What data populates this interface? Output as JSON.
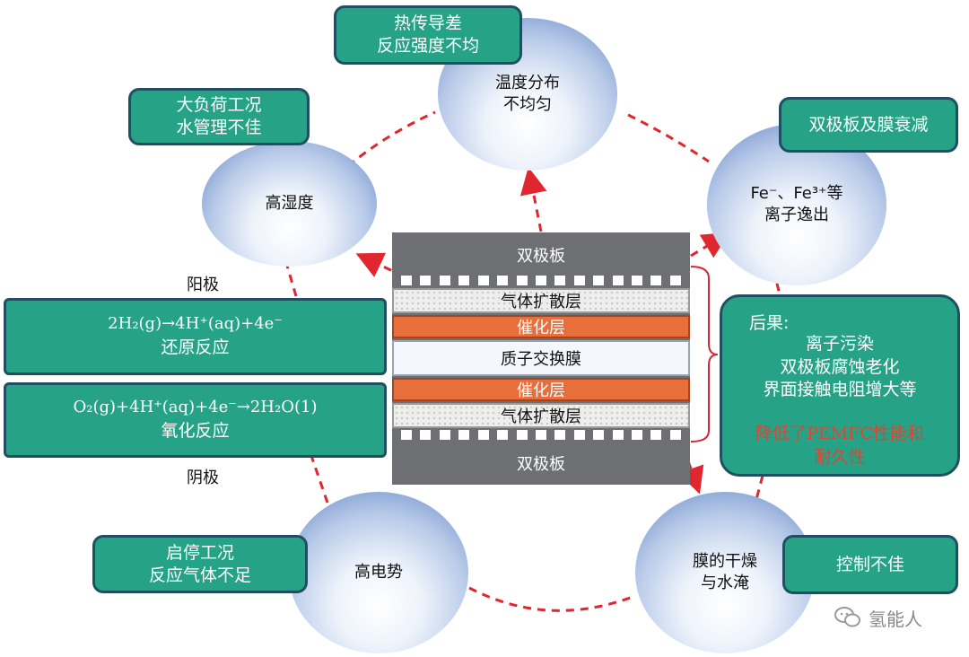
{
  "nodes": {
    "temperature": {
      "lines": [
        "温度分布",
        "不均匀"
      ]
    },
    "humidity": {
      "lines": [
        "高湿度"
      ]
    },
    "ions": {
      "lines": [
        "Fe⁻、Fe³⁺等",
        "离子逸出"
      ]
    },
    "potential": {
      "lines": [
        "高电势"
      ]
    },
    "membrane_state": {
      "lines": [
        "膜的干燥",
        "与水淹"
      ]
    }
  },
  "causes": {
    "heat": {
      "lines": [
        "热传导差",
        "反应强度不均"
      ]
    },
    "load": {
      "lines": [
        "大负荷工况",
        "水管理不佳"
      ]
    },
    "degradation": {
      "lines": [
        "双极板及膜衰减"
      ]
    },
    "startstop": {
      "lines": [
        "启停工况",
        "反应气体不足"
      ]
    },
    "control": {
      "lines": [
        "控制不佳"
      ]
    }
  },
  "cell_stack": {
    "top_plate": "双极板",
    "gdl_top": "气体扩散层",
    "catalyst_top": "催化层",
    "membrane": "质子交换膜",
    "catalyst_bottom": "催化层",
    "gdl_bottom": "气体扩散层",
    "bottom_plate": "双极板"
  },
  "anode": {
    "label": "阳极",
    "equation": "2H₂(g)→4H⁺(aq)+4e⁻",
    "reaction": "还原反应"
  },
  "cathode": {
    "label": "阴极",
    "equation": "O₂(g)+4H⁺(aq)+4e⁻→2H₂O(1)",
    "reaction": "氧化反应"
  },
  "consequence": {
    "heading": "后果:",
    "items": [
      "离子污染",
      "双极板腐蚀老化",
      "界面接触电阻增大等"
    ],
    "warning_lines": [
      "降低了PEMFC性能和",
      "耐久性"
    ]
  },
  "watermark": "氢能人",
  "colors": {
    "tag_fill": "#26a387",
    "tag_border": "#1f4f61",
    "dash_red": "#e0262f",
    "catalyst": "#e86e3c",
    "plate_gray": "#6d6f73",
    "warning_red": "#e8412f"
  }
}
